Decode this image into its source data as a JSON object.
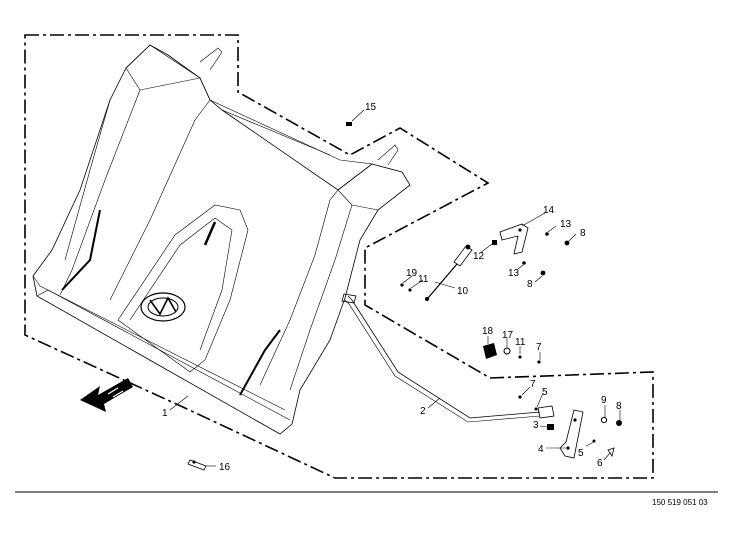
{
  "diagram": {
    "drawing_number": "150 519 051 03",
    "callouts": [
      {
        "id": "c1",
        "label": "1"
      },
      {
        "id": "c2",
        "label": "2"
      },
      {
        "id": "c3",
        "label": "3"
      },
      {
        "id": "c4",
        "label": "4"
      },
      {
        "id": "c5a",
        "label": "5"
      },
      {
        "id": "c5b",
        "label": "5"
      },
      {
        "id": "c6",
        "label": "6"
      },
      {
        "id": "c7a",
        "label": "7"
      },
      {
        "id": "c7b",
        "label": "7"
      },
      {
        "id": "c8a",
        "label": "8"
      },
      {
        "id": "c8b",
        "label": "8"
      },
      {
        "id": "c8c",
        "label": "8"
      },
      {
        "id": "c9",
        "label": "9"
      },
      {
        "id": "c10",
        "label": "10"
      },
      {
        "id": "c11a",
        "label": "11"
      },
      {
        "id": "c11b",
        "label": "11"
      },
      {
        "id": "c12",
        "label": "12"
      },
      {
        "id": "c13a",
        "label": "13"
      },
      {
        "id": "c13b",
        "label": "13"
      },
      {
        "id": "c14",
        "label": "14"
      },
      {
        "id": "c15",
        "label": "15"
      },
      {
        "id": "c16",
        "label": "16"
      },
      {
        "id": "c17",
        "label": "17"
      },
      {
        "id": "c18",
        "label": "18"
      },
      {
        "id": "c19",
        "label": "19"
      }
    ]
  }
}
